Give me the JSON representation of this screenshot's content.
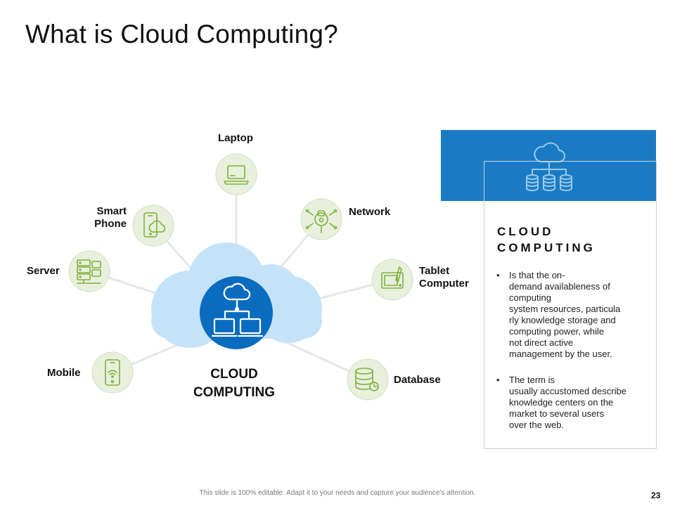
{
  "title": "What is Cloud Computing?",
  "nodes": [
    {
      "label": "Laptop",
      "icon": "laptop-icon"
    },
    {
      "label": "Network",
      "icon": "network-icon"
    },
    {
      "label": "Tablet\nComputer",
      "icon": "tablet-icon"
    },
    {
      "label": "Database",
      "icon": "database-icon"
    },
    {
      "label": "Mobile",
      "icon": "mobile-icon"
    },
    {
      "label": "Server",
      "icon": "server-icon"
    },
    {
      "label": "Smart\nPhone",
      "icon": "smartphone-icon"
    }
  ],
  "center": {
    "label_line1": "CLOUD",
    "label_line2": "COMPUTING"
  },
  "panel": {
    "title_line1": "CLOUD",
    "title_line2": "COMPUTING",
    "bullets": [
      "Is that the on-\ndemand availableness of\ncomputing\nsystem resources, particula\nrly knowledge storage and\ncomputing power, while\nnot direct active\nmanagement by the user.",
      "The term is\nusually accustomed describe\nknowledge centers on the\nmarket to several users\nover the web."
    ]
  },
  "colors": {
    "accent_blue": "#1a7bc4",
    "center_blue": "#0a6cbf",
    "cloud_light": "#c5e3f8",
    "node_fill": "#e8f0dd",
    "icon_green": "#7fb03a"
  },
  "footer": "This slide is 100% editable. Adapt it to your needs and capture your audience's attention.",
  "page_number": "23"
}
